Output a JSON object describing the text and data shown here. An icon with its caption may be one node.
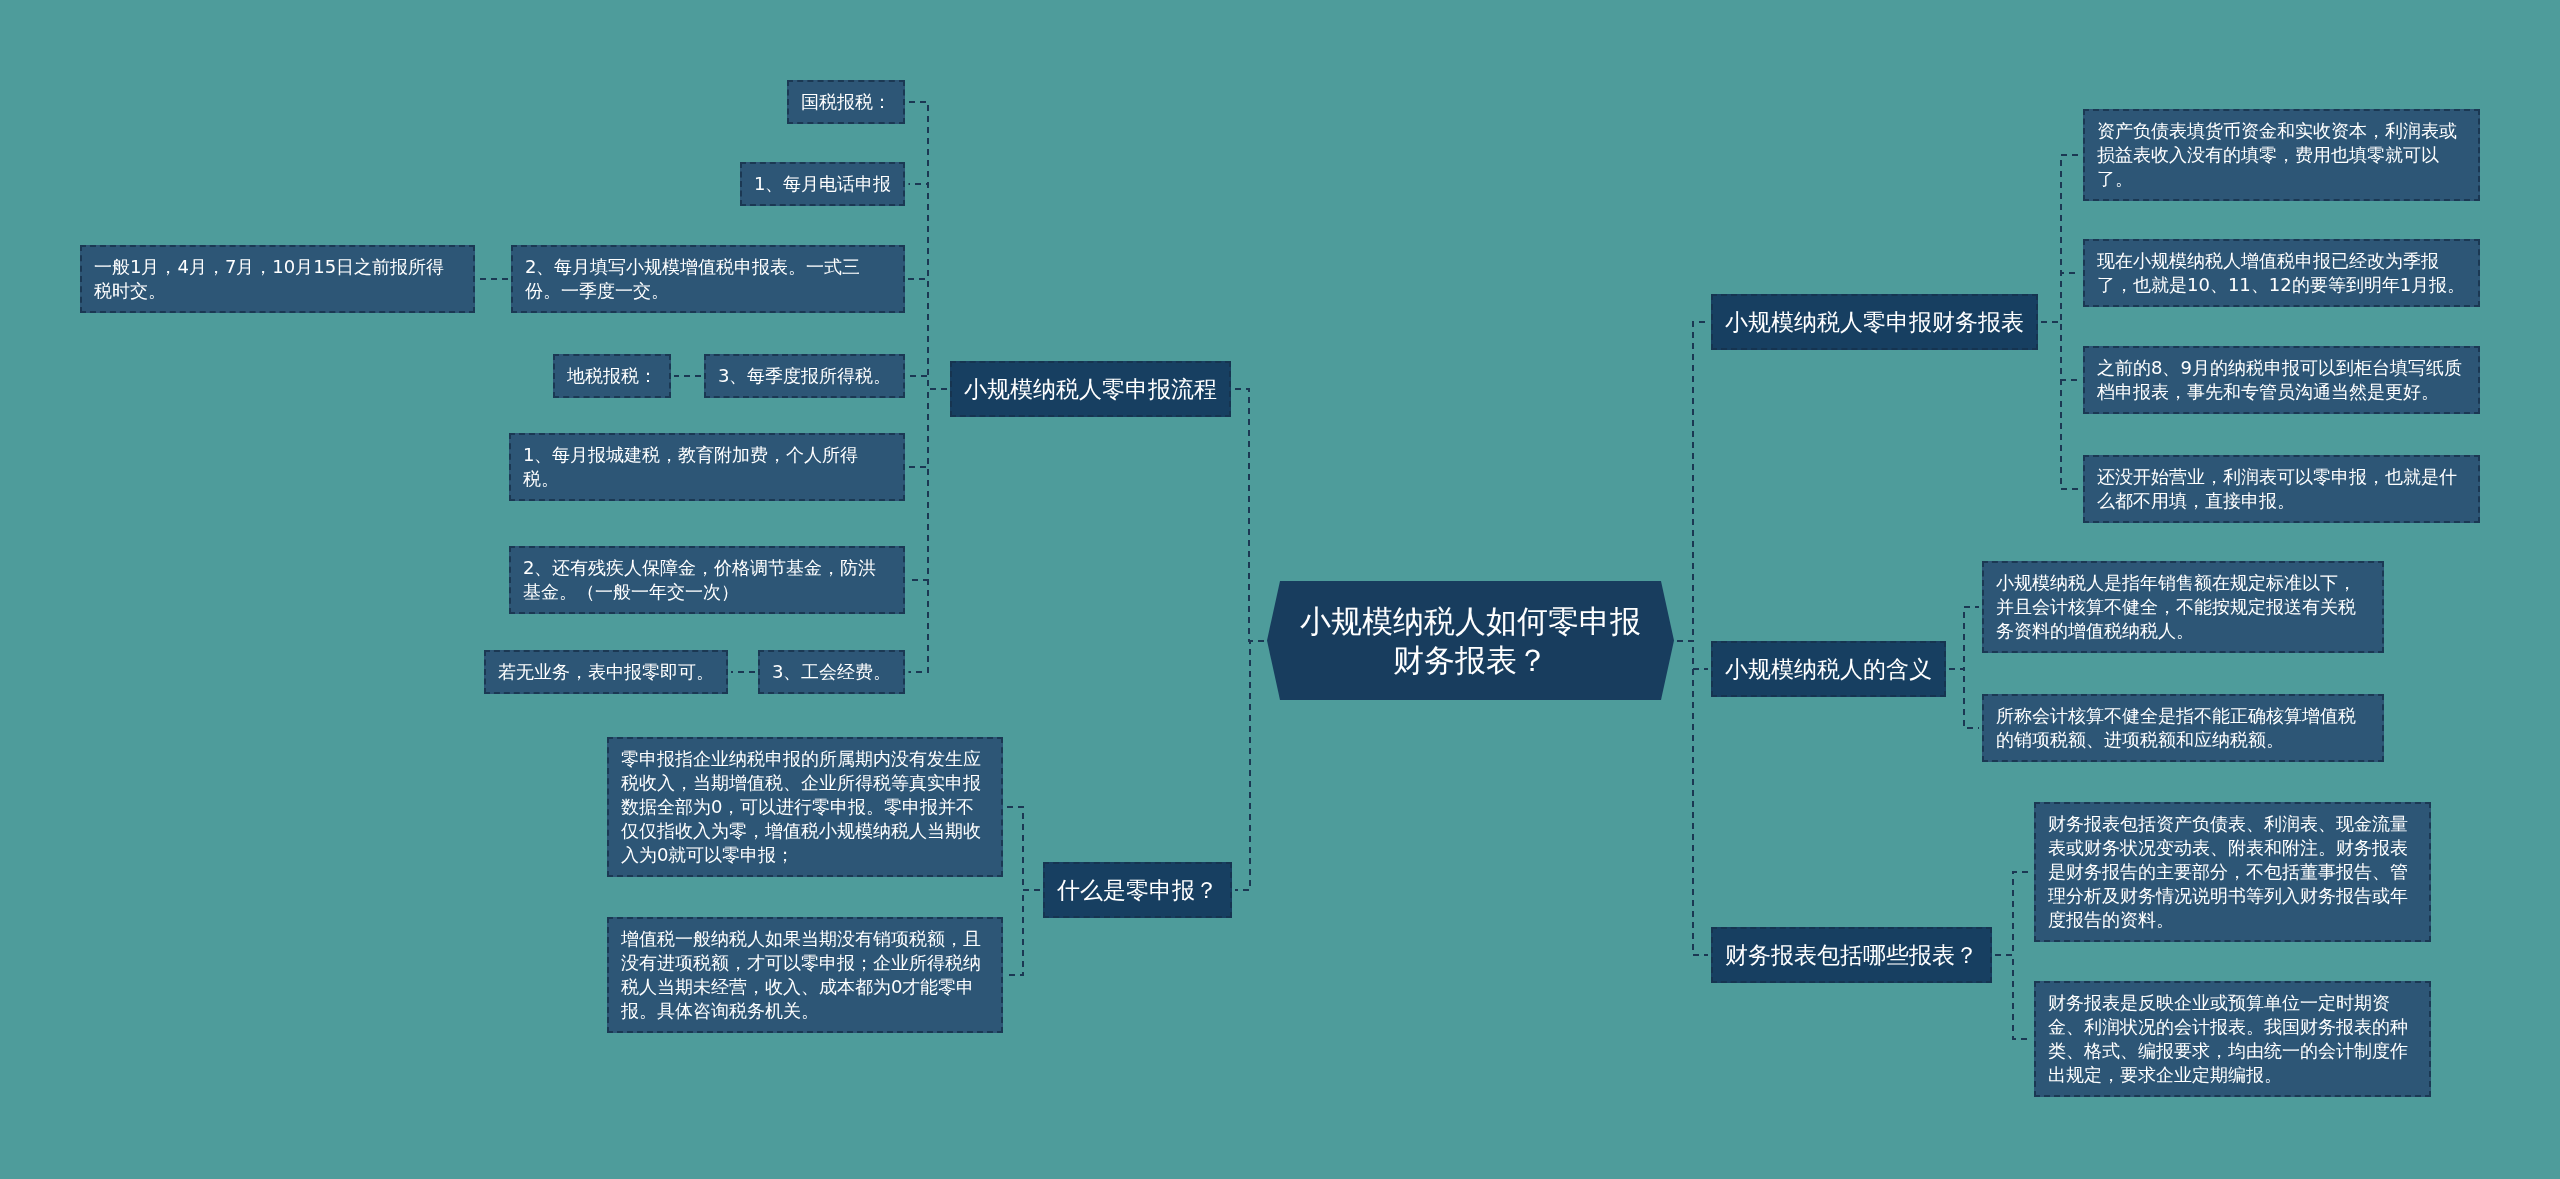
{
  "diagram": {
    "nodes": [
      {
        "text": [
          "小规模纳税人如何零申报财务报表？"
        ]
      },
      {
        "text": [
          "小规模纳税人零申报流程"
        ]
      },
      {
        "text": [
          "国税报税："
        ]
      },
      {
        "text": [
          "1、每月电话申报"
        ]
      },
      {
        "text": [
          "2、每月填写小规模增值税申报表。一式三份。一季度一交。"
        ]
      },
      {
        "text": [
          "一般1月，4月，7月，10月15日之前报所得税时交。"
        ]
      },
      {
        "text": [
          "3、每季度报所得税。"
        ]
      },
      {
        "text": [
          "地税报税："
        ]
      },
      {
        "text": [
          "1、每月报城建税，教育附加费，个人所得税。"
        ]
      },
      {
        "text": [
          "2、还有残疾人保障金，价格调节基金，防洪基金。（一般一年交一次）"
        ]
      },
      {
        "text": [
          "3、工会经费。"
        ]
      },
      {
        "text": [
          "若无业务，表中报零即可。"
        ]
      },
      {
        "text": [
          "什么是零申报？"
        ]
      },
      {
        "text": [
          "零申报指企业纳税申报的所属期内没有发生应税收入，当期增值税、企业所得税等真实申报数据全部为0，可以进行零申报。零申报并不仅仅指收入为零，增值税小规模纳税人当期收入为0就可以零申报；"
        ]
      },
      {
        "text": [
          "增值税一般纳税人如果当期没有销项税额，且没有进项税额，才可以零申报；企业所得税纳税人当期未经营，收入、成本都为0才能零申报。具体咨询税务机关。"
        ]
      },
      {
        "text": [
          "小规模纳税人零申报财务报表"
        ]
      },
      {
        "text": [
          "资产负债表填货币资金和实收资本，利润表或损益表收入没有的填零，费用也填零就可以了。"
        ]
      },
      {
        "text": [
          "现在小规模纳税人增值税申报已经改为季报了，也就是10、11、12的要等到明年1月报。"
        ]
      },
      {
        "text": [
          "之前的8、9月的纳税申报可以到柜台填写纸质档申报表，事先和专管员沟通当然是更好。"
        ]
      },
      {
        "text": [
          "还没开始营业，利润表可以零申报，也就是什么都不用填，直接申报。"
        ]
      },
      {
        "text": [
          "小规模纳税人的含义"
        ]
      },
      {
        "text": [
          "小规模纳税人是指年销售额在规定标准以下，并且会计核算不健全，不能按规定报送有关税务资料的增值税纳税人。"
        ]
      },
      {
        "text": [
          "所称会计核算不健全是指不能正确核算增值税的销项税额、进项税额和应纳税额。"
        ]
      },
      {
        "text": [
          "财务报表包括哪些报表？"
        ]
      },
      {
        "text": [
          "财务报表包括资产负债表、利润表、现金流量表或财务状况变动表、附表和附注。财务报表是财务报告的主要部分，不包括董事报告、管理分析及财务情况说明书等列入财务报告或年度报告的资料。"
        ]
      },
      {
        "text": [
          "财务报表是反映企业或预算单位一定时期资金、利润状况的会计报表。我国财务报表的种类、格式、编报要求，均由统一的会计制度作出规定，要求企业定期编报。"
        ]
      }
    ],
    "edges": [
      {
        "from": 0,
        "to": 1,
        "arrow": "none"
      },
      {
        "from": 1,
        "to": 2,
        "arrow": "none"
      },
      {
        "from": 1,
        "to": 3,
        "arrow": "none"
      },
      {
        "from": 1,
        "to": 4,
        "arrow": "none"
      },
      {
        "from": 4,
        "to": 5,
        "arrow": "none"
      },
      {
        "from": 1,
        "to": 6,
        "arrow": "none"
      },
      {
        "from": 6,
        "to": 7,
        "arrow": "none"
      },
      {
        "from": 1,
        "to": 8,
        "arrow": "none"
      },
      {
        "from": 1,
        "to": 9,
        "arrow": "none"
      },
      {
        "from": 1,
        "to": 10,
        "arrow": "none"
      },
      {
        "from": 10,
        "to": 11,
        "arrow": "none"
      },
      {
        "from": 0,
        "to": 12,
        "arrow": "none"
      },
      {
        "from": 12,
        "to": 13,
        "arrow": "none"
      },
      {
        "from": 12,
        "to": 14,
        "arrow": "none"
      },
      {
        "from": 0,
        "to": 15,
        "arrow": "none"
      },
      {
        "from": 15,
        "to": 16,
        "arrow": "none"
      },
      {
        "from": 15,
        "to": 17,
        "arrow": "none"
      },
      {
        "from": 15,
        "to": 18,
        "arrow": "none"
      },
      {
        "from": 15,
        "to": 19,
        "arrow": "none"
      },
      {
        "from": 0,
        "to": 20,
        "arrow": "none"
      },
      {
        "from": 20,
        "to": 21,
        "arrow": "none"
      },
      {
        "from": 20,
        "to": 22,
        "arrow": "none"
      },
      {
        "from": 0,
        "to": 23,
        "arrow": "none"
      },
      {
        "from": 23,
        "to": 24,
        "arrow": "none"
      },
      {
        "from": 23,
        "to": 25,
        "arrow": "none"
      }
    ]
  }
}
